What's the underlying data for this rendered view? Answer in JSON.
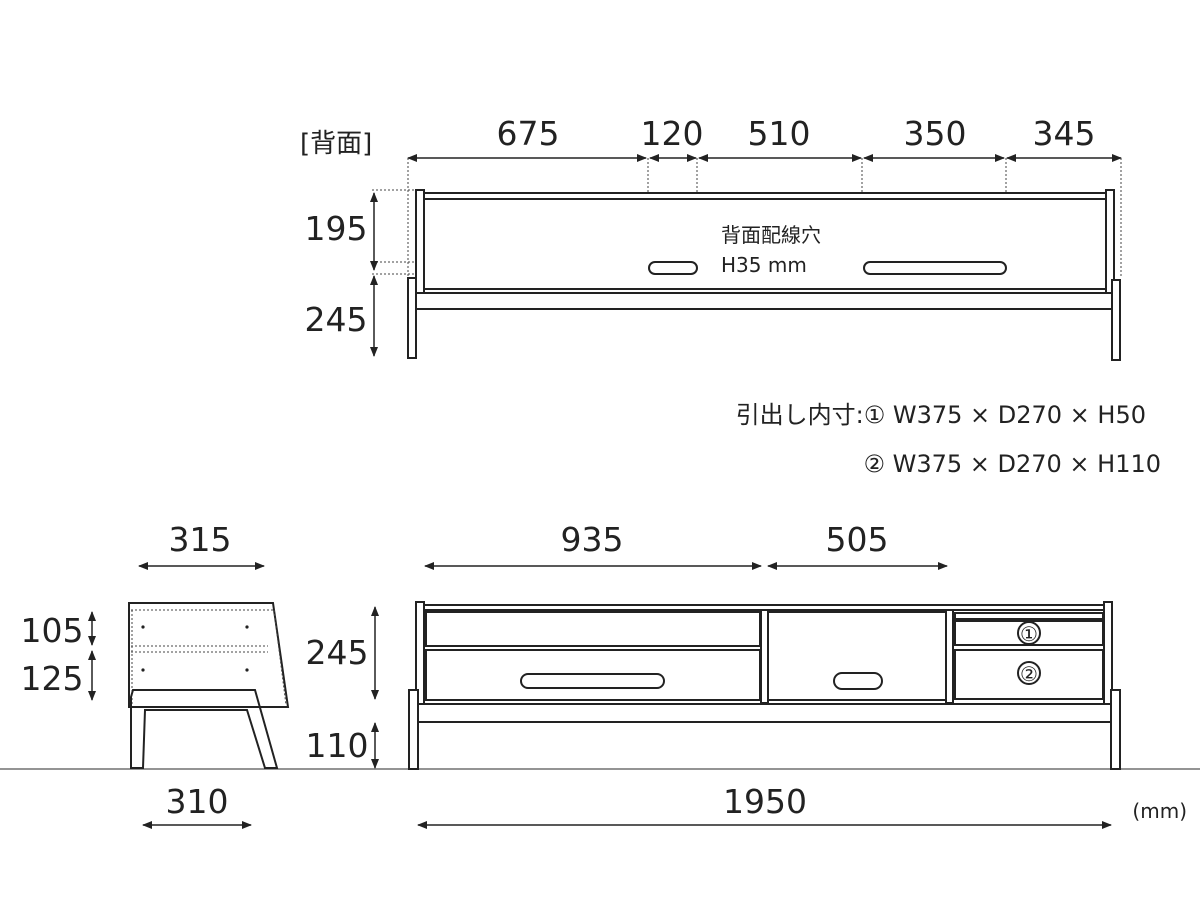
{
  "colors": {
    "line": "#222222",
    "background": "#ffffff"
  },
  "back_view": {
    "label": "[背面]",
    "widths": [
      "675",
      "120",
      "510",
      "350",
      "345"
    ],
    "heights": [
      "195",
      "245"
    ],
    "hole_note_line1": "背面配線穴",
    "hole_note_line2": "H35 mm"
  },
  "drawer_spec": {
    "line1": "引出し内寸:① W375 × D270 × H50",
    "line2": "② W375 × D270 × H110"
  },
  "side_view": {
    "top_width": "315",
    "bottom_width": "310",
    "heights": [
      "105",
      "125"
    ]
  },
  "front_view": {
    "widths": [
      "935",
      "505"
    ],
    "overall_width": "1950",
    "heights": [
      "245",
      "110"
    ],
    "drawer_marks": [
      "①",
      "②"
    ]
  },
  "unit": "(mm)"
}
